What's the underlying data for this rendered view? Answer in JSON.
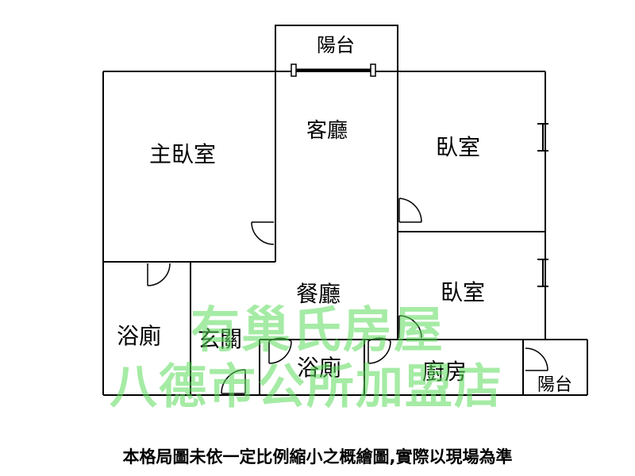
{
  "rooms": {
    "balcony_top": "陽台",
    "living_room": "客廳",
    "master_bedroom": "主臥室",
    "bedroom_1": "臥室",
    "bedroom_2": "臥室",
    "dining_room": "餐廳",
    "bathroom_left": "浴廁",
    "entrance": "玄關",
    "bathroom_middle": "浴廁",
    "kitchen": "廚房",
    "balcony_right": "陽台"
  },
  "watermark": {
    "line1": "有巢氏房屋",
    "line2": "八德市公所加盟店",
    "color": "#5ddc5d"
  },
  "disclaimer": "本格局圖未依一定比例縮小之概繪圖,實際以現場為準"
}
